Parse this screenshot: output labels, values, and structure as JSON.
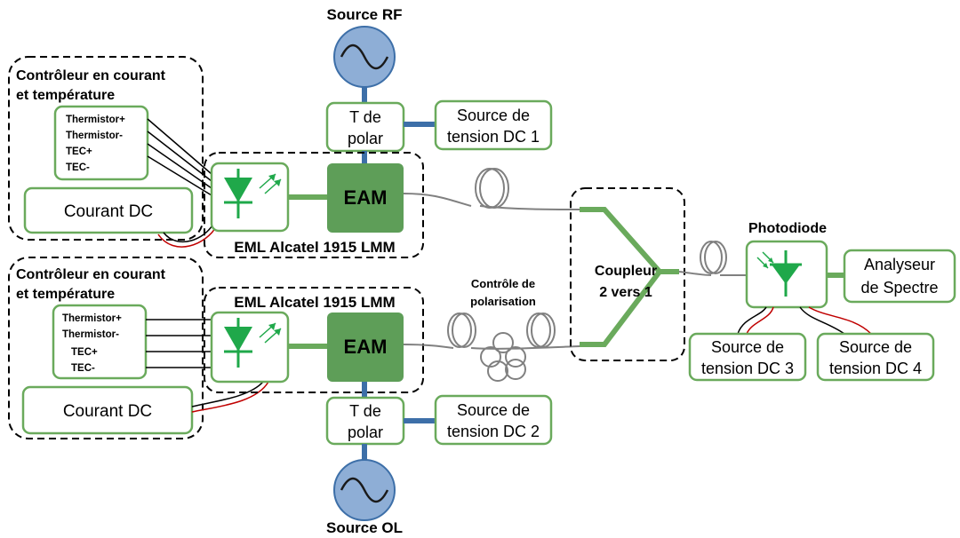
{
  "sources": {
    "rf": "Source RF",
    "ol": "Source OL"
  },
  "controllers": [
    {
      "title_line1": "Contrôleur  en courant",
      "title_line2": "et température",
      "signals": [
        "Thermistor+",
        "Thermistor-",
        "TEC+",
        "TEC-"
      ],
      "current": "Courant DC"
    },
    {
      "title_line1": "Contrôleur  en courant",
      "title_line2": "et température",
      "signals": [
        "Thermistor+",
        "Thermistor-",
        "TEC+",
        "TEC-"
      ],
      "current": "Courant DC"
    }
  ],
  "eml": {
    "top_label": "EML Alcatel 1915 LMM",
    "bottom_label": "EML Alcatel 1915 LMM",
    "eam": "EAM"
  },
  "bias_tees": {
    "top_line1": "T de",
    "top_line2": "polar",
    "bottom_line1": "T de",
    "bottom_line2": "polar"
  },
  "dc_sources": {
    "dc1_line1": "Source de",
    "dc1_line2": "tension DC 1",
    "dc2_line1": "Source de",
    "dc2_line2": "tension DC 2",
    "dc3_line1": "Source de",
    "dc3_line2": "tension DC 3",
    "dc4_line1": "Source de",
    "dc4_line2": "tension DC 4"
  },
  "polarization": {
    "line1": "Contrôle de",
    "line2": "polarisation"
  },
  "coupler": {
    "line1": "Coupleur",
    "line2": "2 vers 1"
  },
  "photodiode": {
    "title": "Photodiode"
  },
  "analyzer": {
    "line1": "Analyseur",
    "line2": "de Spectre"
  },
  "colors": {
    "box_stroke": "#6aaa5c",
    "eam_fill": "#5e9e58",
    "rf_link": "#3d6fa8",
    "source_fill": "#8eaed6",
    "fiber": "#808080",
    "wire_red": "#c00000",
    "diode": "#1fa84a"
  },
  "icons": {
    "source": "sine-wave-source-icon",
    "laser": "laser-diode-icon",
    "photodiode": "photodiode-icon",
    "fiber_coil": "fiber-coil-icon",
    "polarization_loops": "polarization-loops-icon"
  }
}
